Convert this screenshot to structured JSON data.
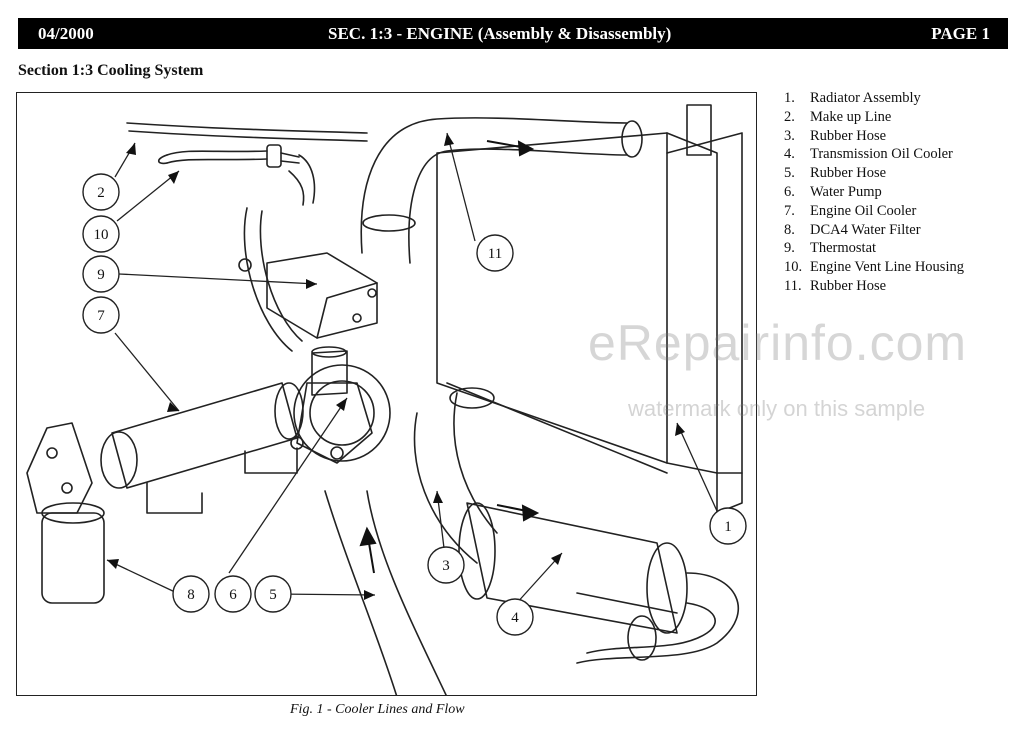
{
  "header": {
    "date": "04/2000",
    "title": "SEC. 1:3 - ENGINE (Assembly & Disassembly)",
    "page": "PAGE 1"
  },
  "section_title": "Section 1:3  Cooling System",
  "figure": {
    "caption": "Fig. 1 - Cooler Lines and Flow",
    "callouts": [
      "1",
      "2",
      "3",
      "4",
      "5",
      "6",
      "7",
      "8",
      "9",
      "10",
      "11"
    ]
  },
  "legend": [
    {
      "num": "1.",
      "label": "Radiator Assembly"
    },
    {
      "num": "2.",
      "label": "Make up Line"
    },
    {
      "num": "3.",
      "label": "Rubber Hose"
    },
    {
      "num": "4.",
      "label": "Transmission Oil Cooler"
    },
    {
      "num": "5.",
      "label": "Rubber Hose"
    },
    {
      "num": "6.",
      "label": "Water Pump"
    },
    {
      "num": "7.",
      "label": "Engine Oil Cooler"
    },
    {
      "num": "8.",
      "label": "DCA4 Water Filter"
    },
    {
      "num": "9.",
      "label": "Thermostat"
    },
    {
      "num": "10.",
      "label": "Engine Vent Line Housing"
    },
    {
      "num": "11.",
      "label": "Rubber Hose"
    }
  ],
  "watermark": {
    "main": "eRepairinfo.com",
    "sub": "watermark only on this sample"
  }
}
